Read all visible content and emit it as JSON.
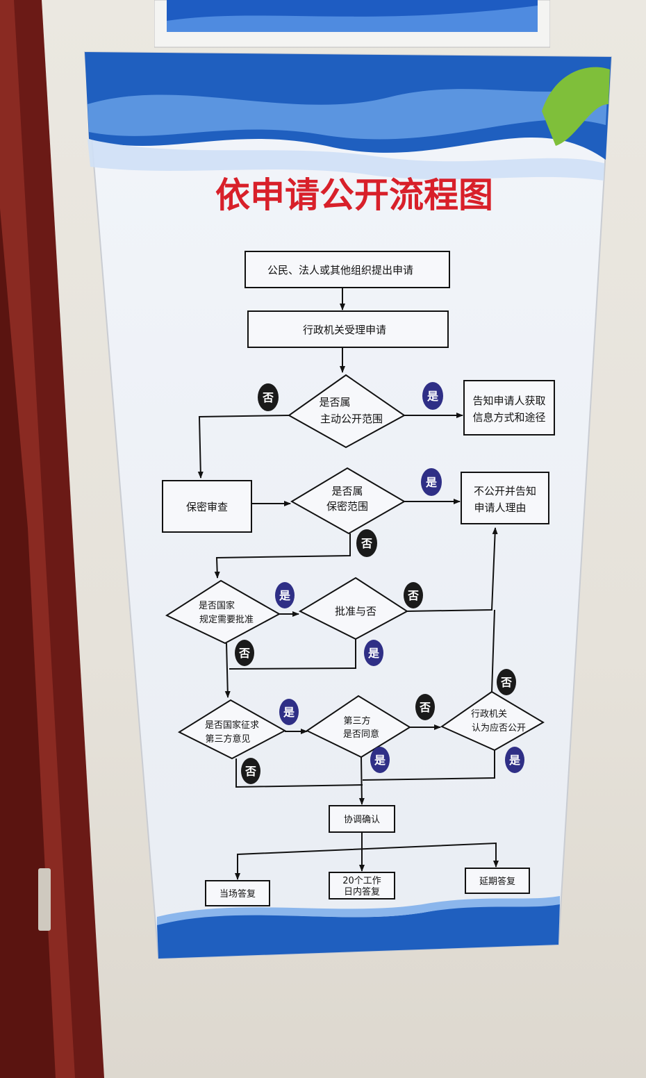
{
  "title": "依申请公开流程图",
  "colors": {
    "title": "#d8202a",
    "badge_yes": "#2f2f86",
    "badge_no": "#1a1a1a",
    "wave_blue": "#1f5fbf",
    "line": "#111111"
  },
  "nodes": {
    "submit": "公民、法人或其他组织提出申请",
    "accept": "行政机关受理申请",
    "q_active_l1": "是否属",
    "q_active_l2": "主动公开范围",
    "notify_l1": "告知申请人获取",
    "notify_l2": "信息方式和途径",
    "secrecy": "保密审查",
    "q_secret_l1": "是否属",
    "q_secret_l2": "保密范围",
    "refuse_l1": "不公开并告知",
    "refuse_l2": "申请人理由",
    "q_approval_l1": "是否国家",
    "q_approval_l2": "规定需要批准",
    "approve": "批准与否",
    "q_third_l1": "是否国家征求",
    "q_third_l2": "第三方意见",
    "third_agree_l1": "第三方",
    "third_agree_l2": "是否同意",
    "admin_l1": "行政机关",
    "admin_l2": "认为应否公开",
    "coordinate": "协调确认",
    "reply_now": "当场答复",
    "reply_20_l1": "20个工作",
    "reply_20_l2": "日内答复",
    "reply_extend": "延期答复"
  },
  "badges": {
    "yes": "是",
    "no": "否"
  }
}
